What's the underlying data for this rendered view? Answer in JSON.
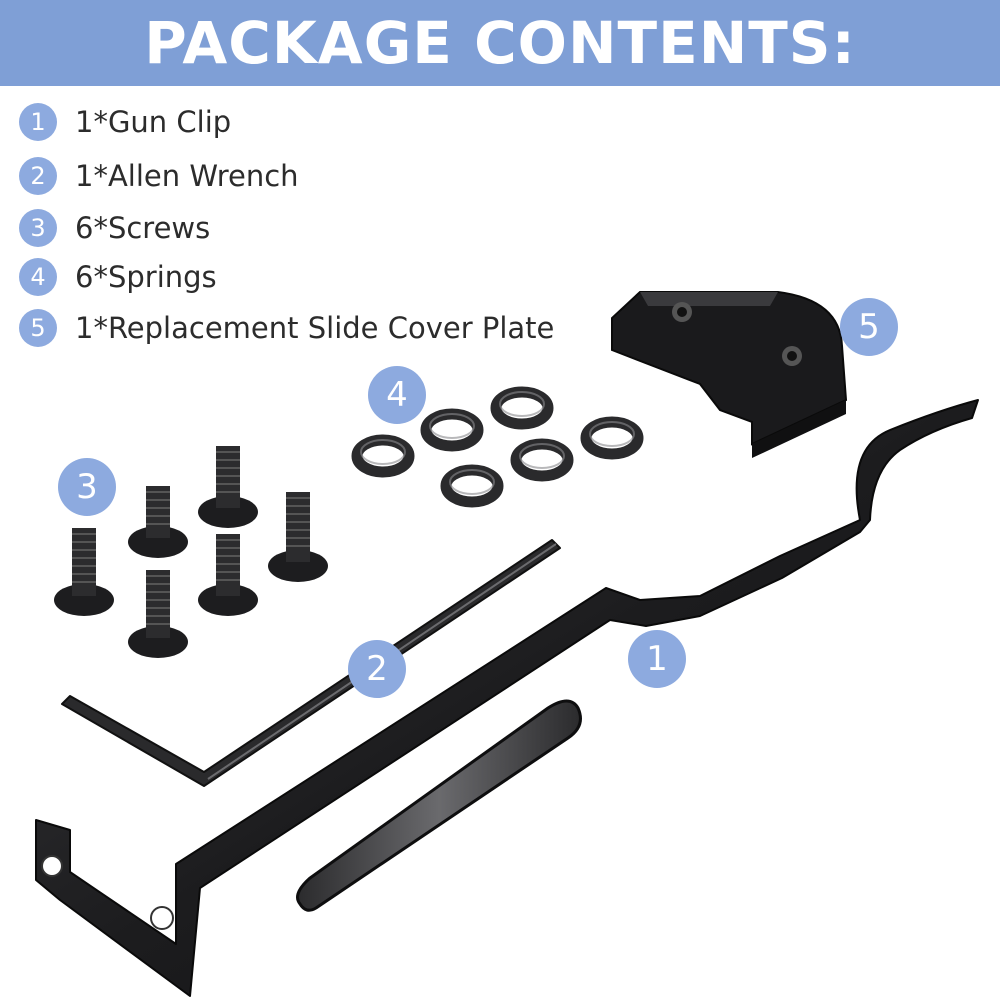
{
  "header": {
    "title": "PACKAGE CONTENTS:"
  },
  "items": [
    {
      "number": "1",
      "label": "1*Gun Clip"
    },
    {
      "number": "2",
      "label": "1*Allen Wrench"
    },
    {
      "number": "3",
      "label": "6*Screws"
    },
    {
      "number": "4",
      "label": "6*Springs"
    },
    {
      "number": "5",
      "label": "1*Replacement Slide Cover Plate"
    }
  ],
  "callouts": {
    "clip": "1",
    "wrench": "2",
    "screws": "3",
    "springs": "4",
    "plate": "5"
  },
  "colors": {
    "banner": "#7f9fd6",
    "badge": "#8daadf",
    "metal": "#1c1c1e"
  }
}
